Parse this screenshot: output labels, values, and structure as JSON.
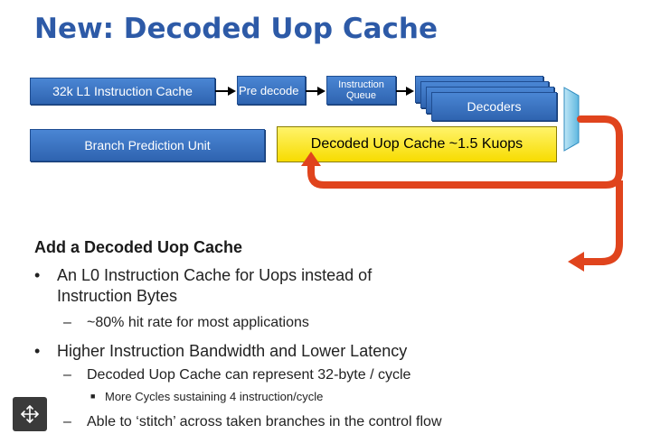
{
  "title": "New: Decoded Uop Cache",
  "diagram": {
    "l1_cache": "32k L1 Instruction Cache",
    "pre_decode": "Pre decode",
    "instruction_queue_line1": "Instruction",
    "instruction_queue_line2": "Queue",
    "decoders": "Decoders",
    "branch_prediction": "Branch Prediction Unit",
    "uop_cache": "Decoded Uop Cache ~1.5 Kuops"
  },
  "content": {
    "heading": "Add a Decoded Uop Cache",
    "bullet1_line1": "An L0 Instruction Cache for Uops instead of",
    "bullet1_line2": "Instruction Bytes",
    "sub1": "~80% hit rate for most applications",
    "bullet2": "Higher Instruction Bandwidth and Lower Latency",
    "sub2": "Decoded Uop Cache can represent 32-byte / cycle",
    "subsub1": "More Cycles sustaining 4 instruction/cycle",
    "sub3": "Able to ‘stitch’ across taken branches in the control flow"
  },
  "colors": {
    "title": "#2d5aa7",
    "box_blue": "#3a75c4",
    "uop_yellow": "#ffe82a",
    "arrow_red": "#e0441d"
  },
  "icons": {
    "move": "move-icon"
  }
}
